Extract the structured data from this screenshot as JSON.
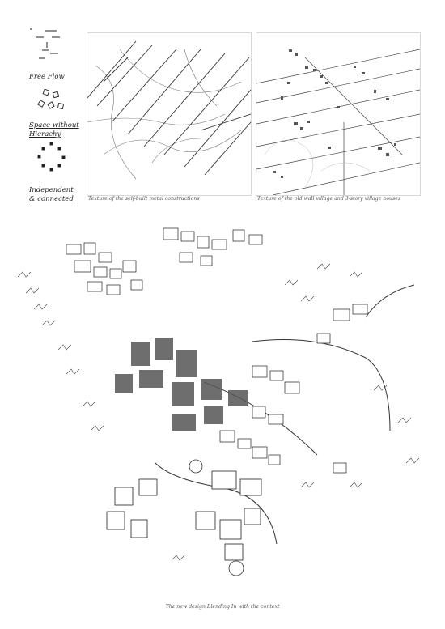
{
  "legend": {
    "free_flow": "Free Flow",
    "space_line1": "Space without",
    "space_line2": "Hierachy",
    "indep_line1": "Independent",
    "indep_line2": "& connected"
  },
  "captions": {
    "left": "Texture of the self-built metal constructions",
    "right": "Texture of the old wall village and 3-story village houses",
    "main": "The new design Blending In with the context"
  }
}
